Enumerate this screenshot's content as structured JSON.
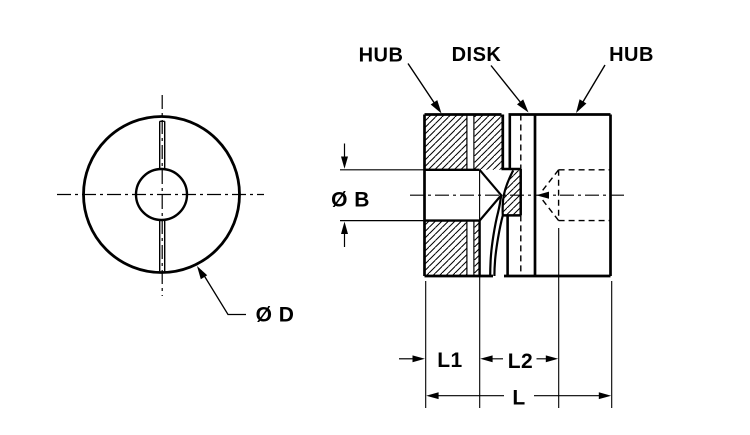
{
  "drawing": {
    "title": "coupling-two-view-drawing",
    "ink_color": "#000000",
    "background_color": "#ffffff",
    "labels": {
      "hub_left": "HUB",
      "disk": "DISK",
      "hub_right": "HUB",
      "dia_b": "Ø B",
      "dia_d": "Ø D",
      "l1": "L1",
      "l2": "L2",
      "l": "L"
    }
  }
}
